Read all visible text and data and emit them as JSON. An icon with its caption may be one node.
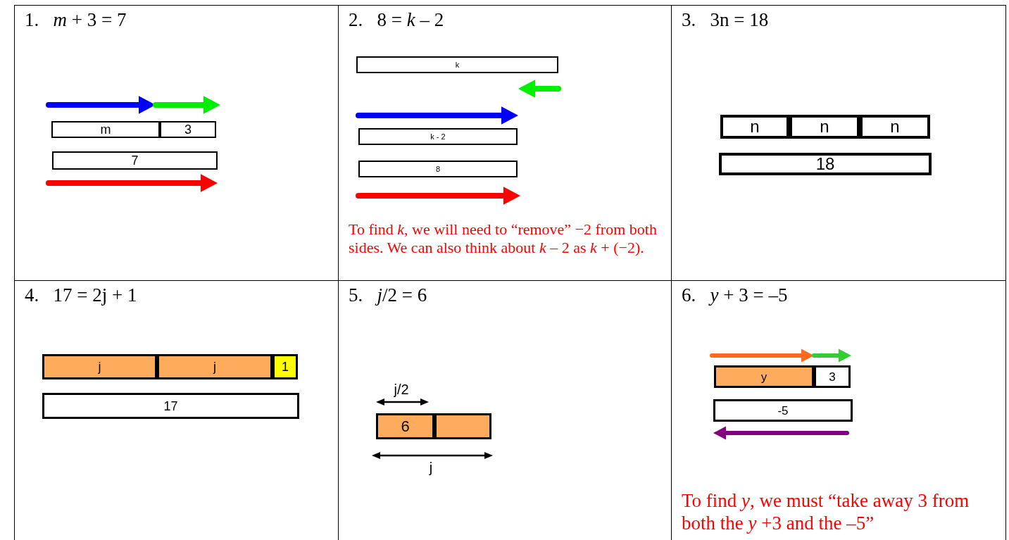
{
  "diagram": {
    "nodes": [
      {
        "text": [
          "1.   *m* + 3 = 7"
        ]
      },
      {
        "text": [
          "m"
        ],
        "in": 0
      },
      {
        "text": [
          "3"
        ],
        "in": 0
      },
      {
        "text": [
          "7"
        ],
        "in": 0
      },
      {
        "text": [
          "2.   8 = *k* – 2",
          "To find *k*, we will need to “remove” −2 from both sides. We can also think about *k* – 2 as *k* + (−2)."
        ]
      },
      {
        "text": [
          "k"
        ],
        "in": 4
      },
      {
        "text": [
          "k - 2"
        ],
        "in": 4
      },
      {
        "text": [
          "8"
        ],
        "in": 4
      },
      {
        "text": [
          "3.   3n = 18"
        ]
      },
      {
        "text": [
          "n"
        ],
        "in": 8
      },
      {
        "text": [
          "n"
        ],
        "in": 8
      },
      {
        "text": [
          "n"
        ],
        "in": 8
      },
      {
        "text": [
          "18"
        ],
        "in": 8
      },
      {
        "text": [
          "4.   17 = 2j + 1"
        ]
      },
      {
        "text": [
          "j"
        ],
        "in": 13
      },
      {
        "text": [
          "j"
        ],
        "in": 13
      },
      {
        "text": [
          "1"
        ],
        "in": 13
      },
      {
        "text": [
          "17"
        ],
        "in": 13
      },
      {
        "text": [
          "5.   *j*/2 = 6"
        ]
      },
      {
        "text": [
          "6"
        ],
        "in": 18
      },
      {
        "text": [],
        "shape": "box",
        "in": 18
      },
      {
        "text": [
          "6.   *y* + 3 = –5",
          "To find *y*, we must “take away 3 from both the *y* +3 and the –5”"
        ]
      },
      {
        "text": [
          "y"
        ],
        "in": 21
      },
      {
        "text": [
          "3"
        ],
        "in": 21
      },
      {
        "text": [
          "-5"
        ],
        "in": 21
      }
    ],
    "edges": [],
    "labels": [
      "j/2",
      "j"
    ]
  }
}
